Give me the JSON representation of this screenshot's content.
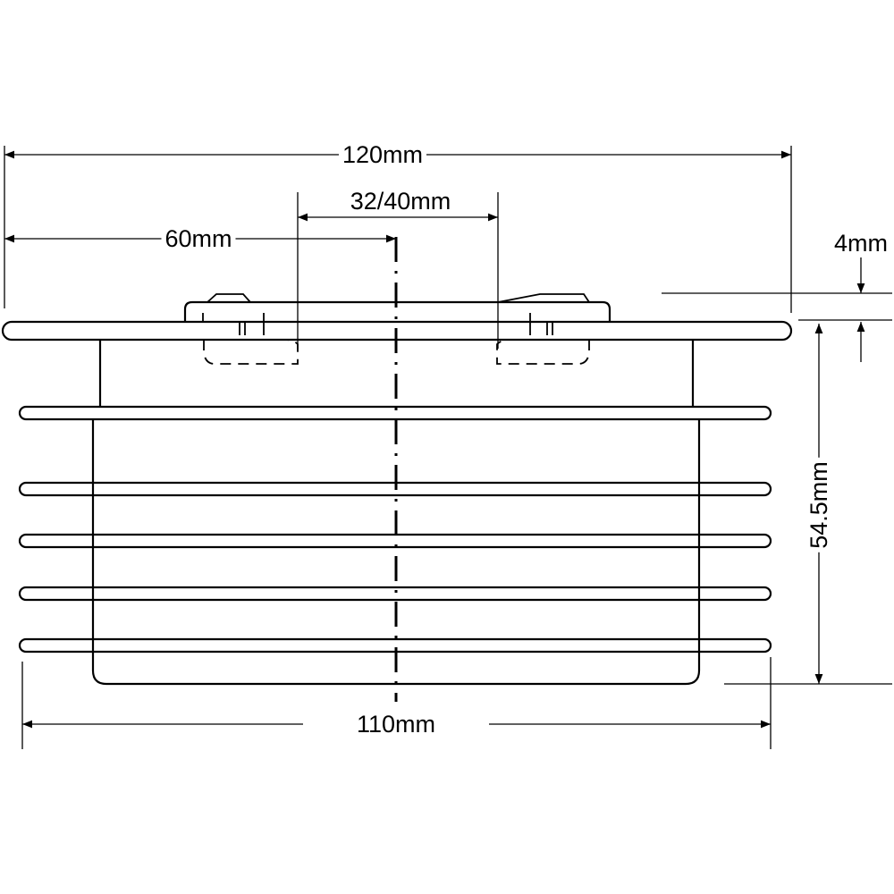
{
  "dimensions": {
    "overall_width": "120mm",
    "outlet_spacing": "32/40mm",
    "half_width": "60mm",
    "flange_thickness": "4mm",
    "height": "54.5mm",
    "body_diameter": "110mm"
  }
}
